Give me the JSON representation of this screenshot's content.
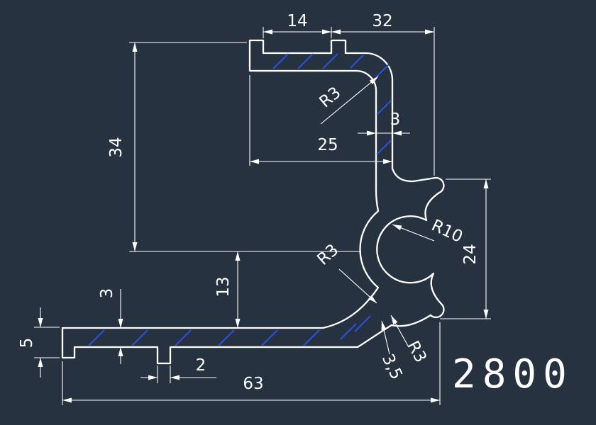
{
  "drawing": {
    "part_number": "2800",
    "type": "aluminium-extrusion-profile-section"
  },
  "dims": {
    "top_left": "14",
    "top_right": "32",
    "height_left": "34",
    "stem_thickness": "3",
    "stem_offset": "25",
    "radius_top": "R3",
    "radius_channel": "R10",
    "channel_height": "24",
    "base_offset": "13",
    "base_thickness": "3",
    "lip_height": "5",
    "tab_width": "2",
    "base_width": "63",
    "radius_mid": "R3",
    "radius_bottom": "R3",
    "wall_thickness": "3,5"
  },
  "colors": {
    "background": "#273240",
    "line": "#ffffff",
    "hatch": "#2a4fd6"
  }
}
